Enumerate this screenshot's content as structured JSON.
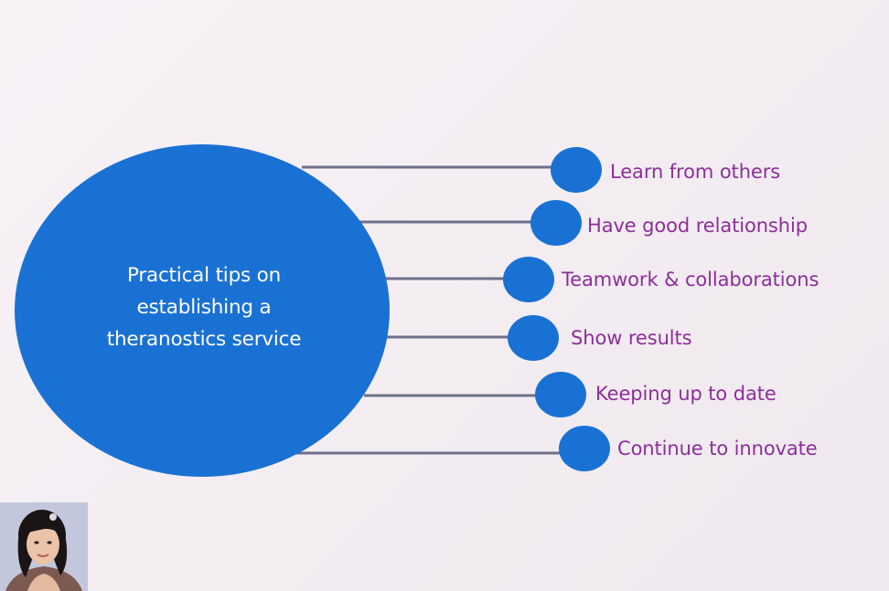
{
  "slide": {
    "center_title_lines": [
      "Practical tips on",
      "establishing a",
      "theranostics service"
    ],
    "tips": [
      "Learn from others",
      "Have good relationship",
      "Teamwork & collaborations",
      "Show results",
      "Keeping up to date",
      "Continue to innovate"
    ]
  },
  "colors": {
    "accent_blue": "#1a71d4",
    "tip_text": "#8e2d9b",
    "connector_line": "#6e6f8a"
  },
  "webcam": {
    "icon": "presenter-avatar"
  }
}
